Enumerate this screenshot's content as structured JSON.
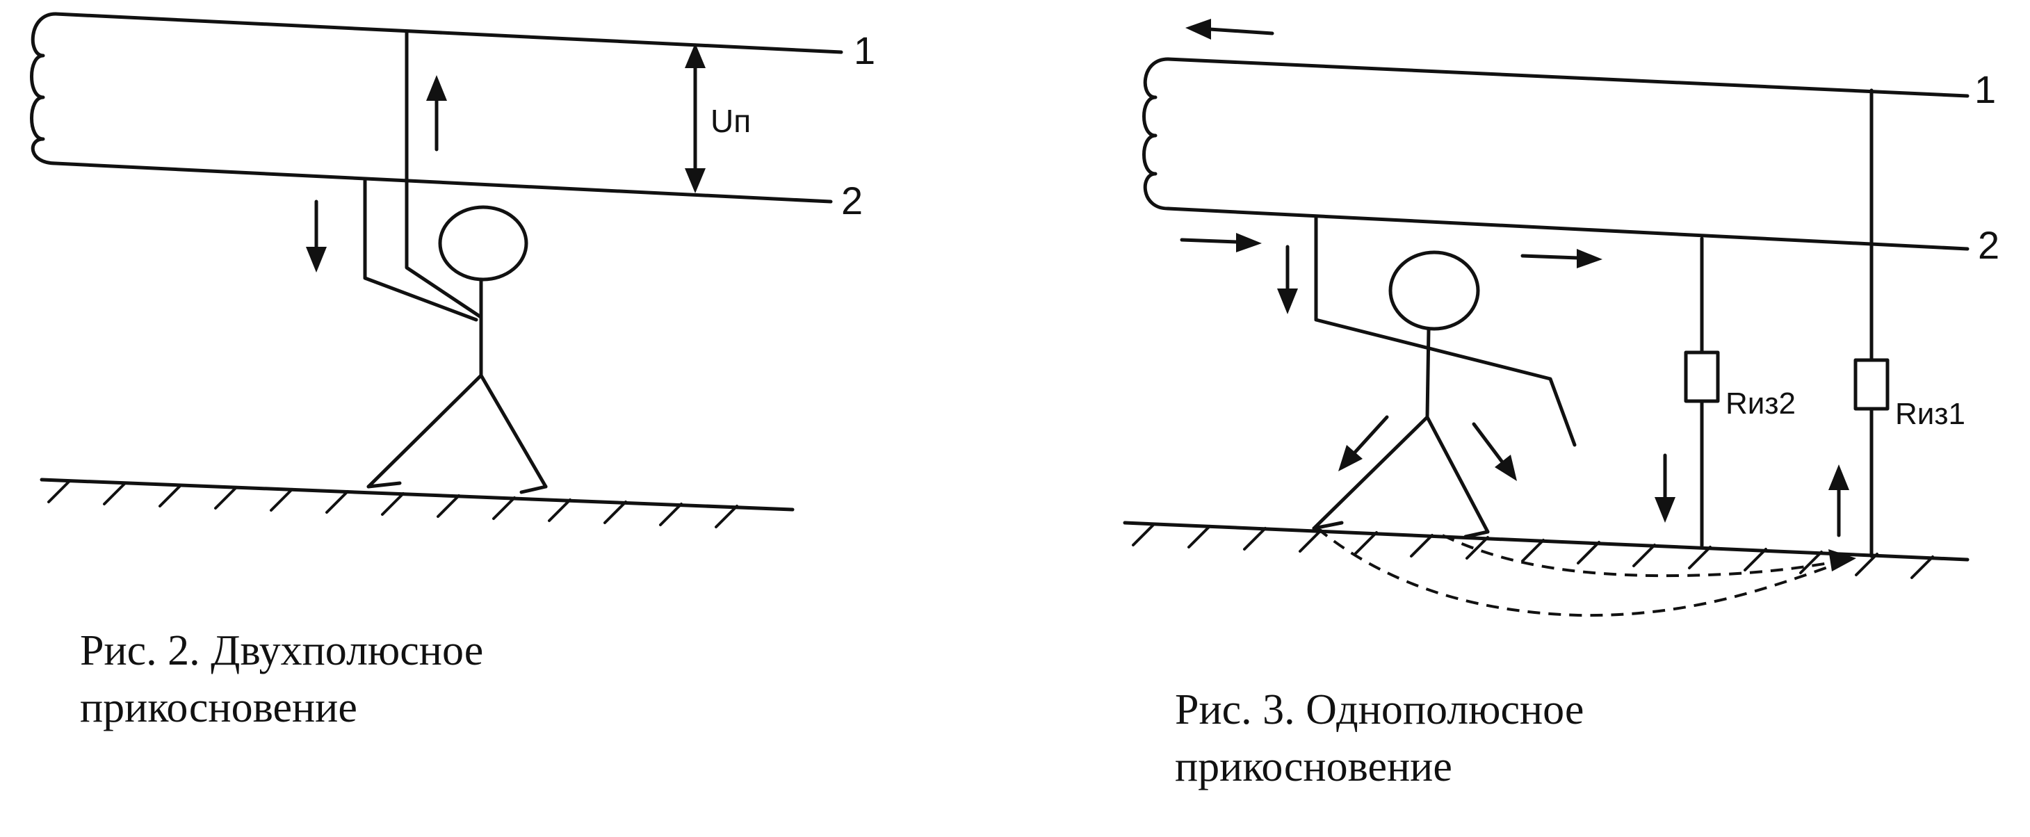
{
  "figure2": {
    "line1_label": "1",
    "line2_label": "2",
    "voltage_label": "Uп",
    "caption_line1": "Рис. 2. Двухполюсное",
    "caption_line2": "прикосновение"
  },
  "figure3": {
    "line1_label": "1",
    "line2_label": "2",
    "resistor2_label": "Rиз2",
    "resistor1_label": "Rиз1",
    "caption_line1": "Рис. 3. Однополюсное",
    "caption_line2": "прикосновение"
  },
  "colors": {
    "ink": "#111111",
    "background": "#ffffff"
  }
}
